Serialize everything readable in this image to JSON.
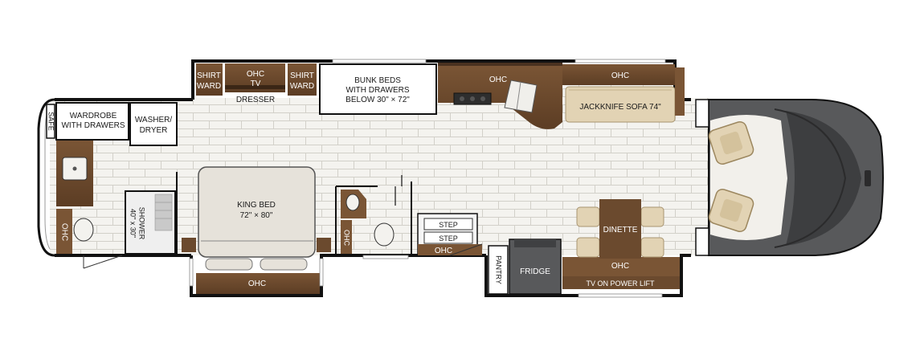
{
  "floorplan": {
    "labels": {
      "safe": "SAFE",
      "wardrobe_line1": "WARDROBE",
      "wardrobe_line2": "WITH DRAWERS",
      "washer_line1": "WASHER/",
      "washer_line2": "DRYER",
      "shirt_ward_left_line1": "SHIRT",
      "shirt_ward_left_line2": "WARD",
      "ohc_tv_line1": "OHC",
      "ohc_tv_line2": "TV",
      "shirt_ward_right_line1": "SHIRT",
      "shirt_ward_right_line2": "WARD",
      "dresser": "DRESSER",
      "bunk_line1": "BUNK BEDS",
      "bunk_line2": "WITH DRAWERS",
      "bunk_line3": "BELOW 30\" × 72\"",
      "ohc_kitchen": "OHC",
      "ohc_sofa": "OHC",
      "jackknife_sofa": "JACKKNIFE SOFA 74\"",
      "king_bed_line1": "KING BED",
      "king_bed_line2": "72\" × 80\"",
      "shower_line1": "SHOWER",
      "shower_line2": "40\" x 30\"",
      "ohc_bath": "OHC",
      "ohc_bed": "OHC",
      "ohc_halfbath": "OHC",
      "step_1": "STEP",
      "step_2": "STEP",
      "ohc_steps": "OHC",
      "pantry": "PANTRY",
      "fridge": "FRIDGE",
      "dinette": "DINETTE",
      "ohc_dinette": "OHC",
      "tv_lift": "TV ON POWER LIFT"
    },
    "colors": {
      "wall": "#111111",
      "floor_tile": "#f4f3ef",
      "grout": "#cfcdc6",
      "cabinet_brown": "#6b4a2e",
      "cabinet_dark": "#4a3220",
      "sofa_beige": "#e2d3b4",
      "bed_gray": "#e6e2da",
      "cab_gray": "#58595b"
    }
  }
}
